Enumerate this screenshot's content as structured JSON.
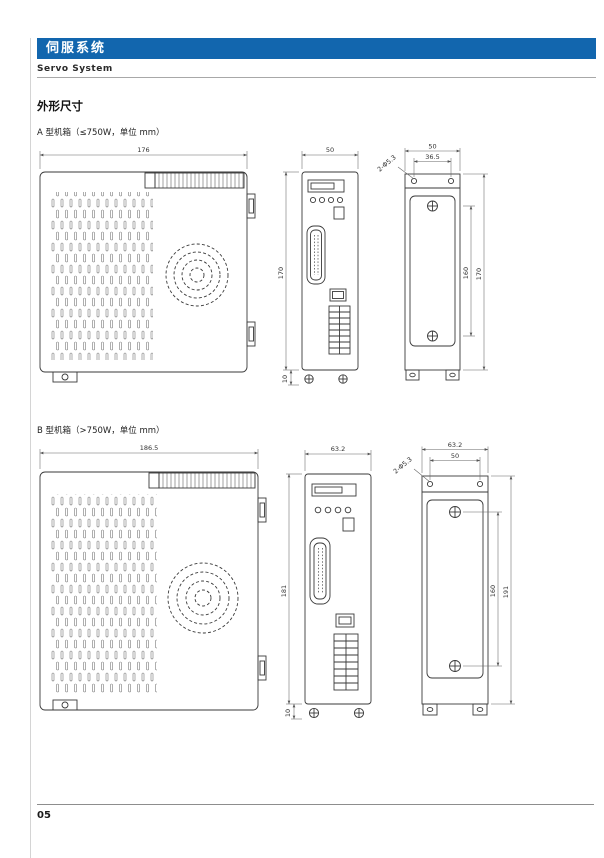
{
  "page": {
    "header_title": "伺服系统",
    "header_subtitle": "Servo System",
    "section_title": "外形尺寸",
    "page_number": "05",
    "header_bar_color": "#1266ae"
  },
  "figure_a": {
    "caption": "A 型机箱（≤750W，单位 mm）",
    "dims": {
      "side_width": "176",
      "front_width": "50",
      "front_height": "170",
      "front_bottom": "10",
      "back_width": "50",
      "back_hole_span": "36.5",
      "hole_label": "2-Φ5.3",
      "back_hole_height": "160",
      "back_height": "170"
    }
  },
  "figure_b": {
    "caption": "B 型机箱（>750W，单位 mm）",
    "dims": {
      "side_width": "186.5",
      "front_width": "63.2",
      "front_height": "181",
      "front_bottom": "10",
      "back_width": "63.2",
      "back_hole_span": "50",
      "hole_label": "2-Φ5.3",
      "back_hole_height": "160",
      "back_height": "191"
    }
  }
}
